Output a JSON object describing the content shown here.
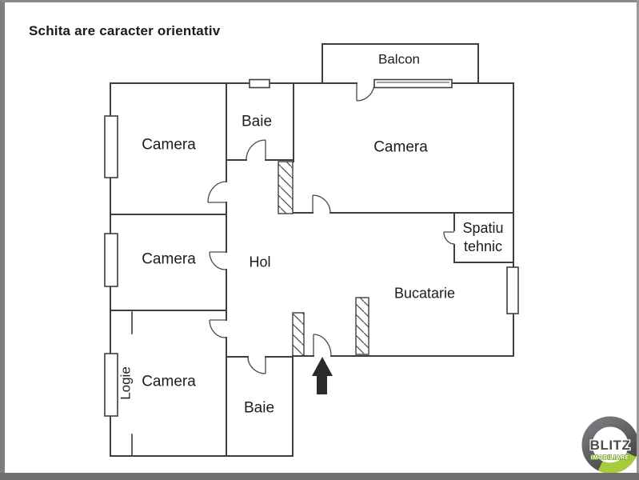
{
  "title": "Schita are caracter orientativ",
  "plan": {
    "rooms": {
      "balcon": "Balcon",
      "camera_top_left": "Camera",
      "baie_top": "Baie",
      "camera_top_right": "Camera",
      "camera_middle": "Camera",
      "hol": "Hol",
      "spatiu_tehnic": "Spatiu tehnic",
      "bucatarie": "Bucatarie",
      "camera_bottom": "Camera",
      "baie_bottom": "Baie",
      "logie": "Logie"
    }
  },
  "logo": {
    "brand": "BLITZ",
    "subtitle": "IMOBILIARE"
  },
  "colors": {
    "wall": "#3e3e3e",
    "door": "#4a4a4a",
    "text": "#1c1c1c",
    "arrow": "#2b2b2b",
    "frame_border": "#7e7e7e",
    "logo_green": "#a5cd39",
    "logo_grey": "#55565a"
  }
}
